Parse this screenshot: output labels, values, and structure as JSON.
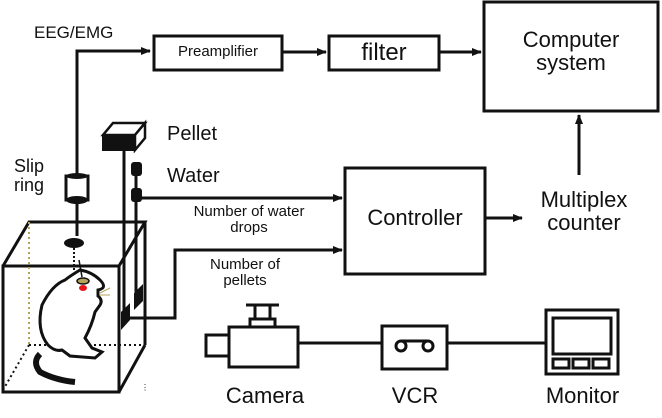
{
  "labels": {
    "eeg_emg": "EEG/EMG",
    "preamplifier": "Preamplifier",
    "filter": "filter",
    "computer_line1": "Computer",
    "computer_line2": "system",
    "pellet": "Pellet",
    "water": "Water",
    "slip_line1": "Slip",
    "slip_line2": "ring",
    "water_drops_line1": "Number of water",
    "water_drops_line2": "drops",
    "pellets_line1": "Number of",
    "pellets_line2": "pellets",
    "controller": "Controller",
    "multiplex_line1": "Multiplex",
    "multiplex_line2": "counter",
    "camera": "Camera",
    "vcr": "VCR",
    "monitor": "Monitor"
  },
  "colors": {
    "line": "#111111",
    "eye": "#e8151b",
    "electrode": "#b5a55a"
  }
}
